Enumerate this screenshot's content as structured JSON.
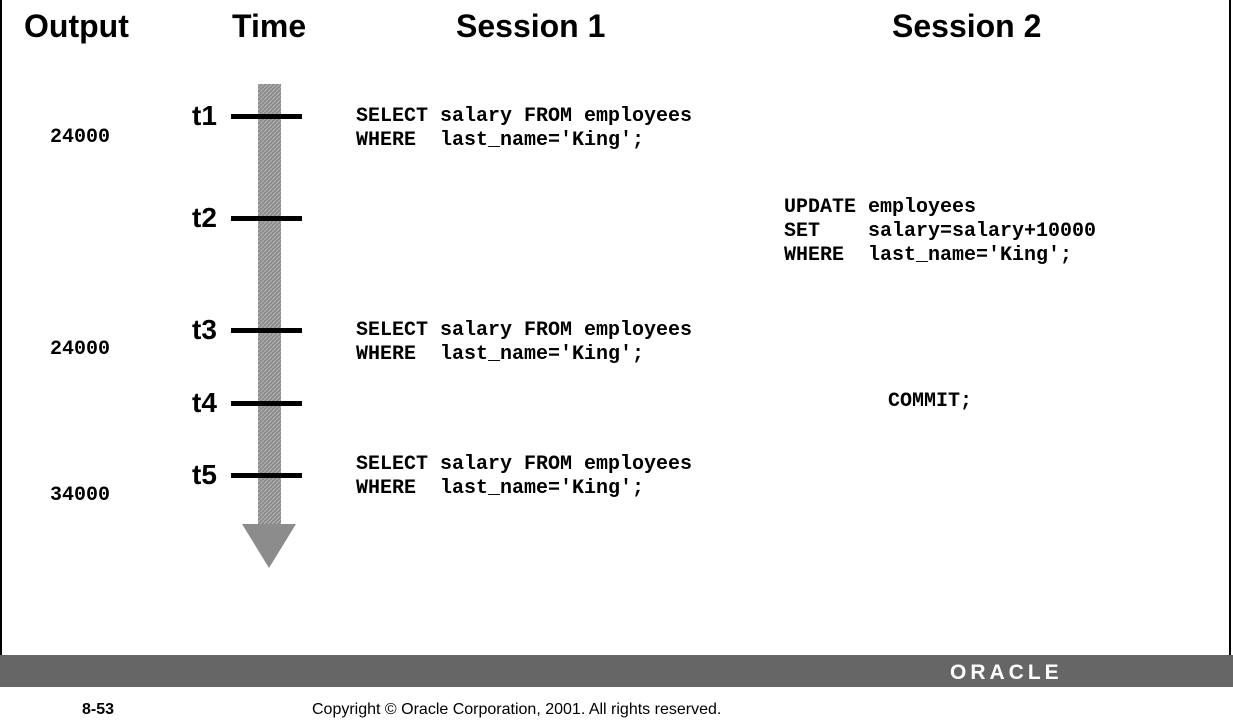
{
  "headers": {
    "output": "Output",
    "time": "Time",
    "session1": "Session 1",
    "session2": "Session 2"
  },
  "rows": [
    {
      "time": "t1",
      "output": "24000",
      "session1": [
        "SELECT salary FROM employees",
        "WHERE  last_name='King';"
      ],
      "session2": []
    },
    {
      "time": "t2",
      "output": "",
      "session1": [],
      "session2": [
        "UPDATE employees",
        "SET    salary=salary+10000",
        "WHERE  last_name='King';"
      ]
    },
    {
      "time": "t3",
      "output": "24000",
      "session1": [
        "SELECT salary FROM employees",
        "WHERE  last_name='King';"
      ],
      "session2": []
    },
    {
      "time": "t4",
      "output": "",
      "session1": [],
      "session2": [
        "COMMIT;"
      ]
    },
    {
      "time": "t5",
      "output": "34000",
      "session1": [
        "SELECT salary FROM employees",
        "WHERE  last_name='King';"
      ],
      "session2": []
    }
  ],
  "footer": {
    "page_number": "8-53",
    "copyright": "Copyright © Oracle Corporation, 2001. All rights reserved.",
    "logo_text": "ORACLE"
  },
  "colors": {
    "arrow": "#8c8c8c",
    "footer_bar": "#666666"
  }
}
